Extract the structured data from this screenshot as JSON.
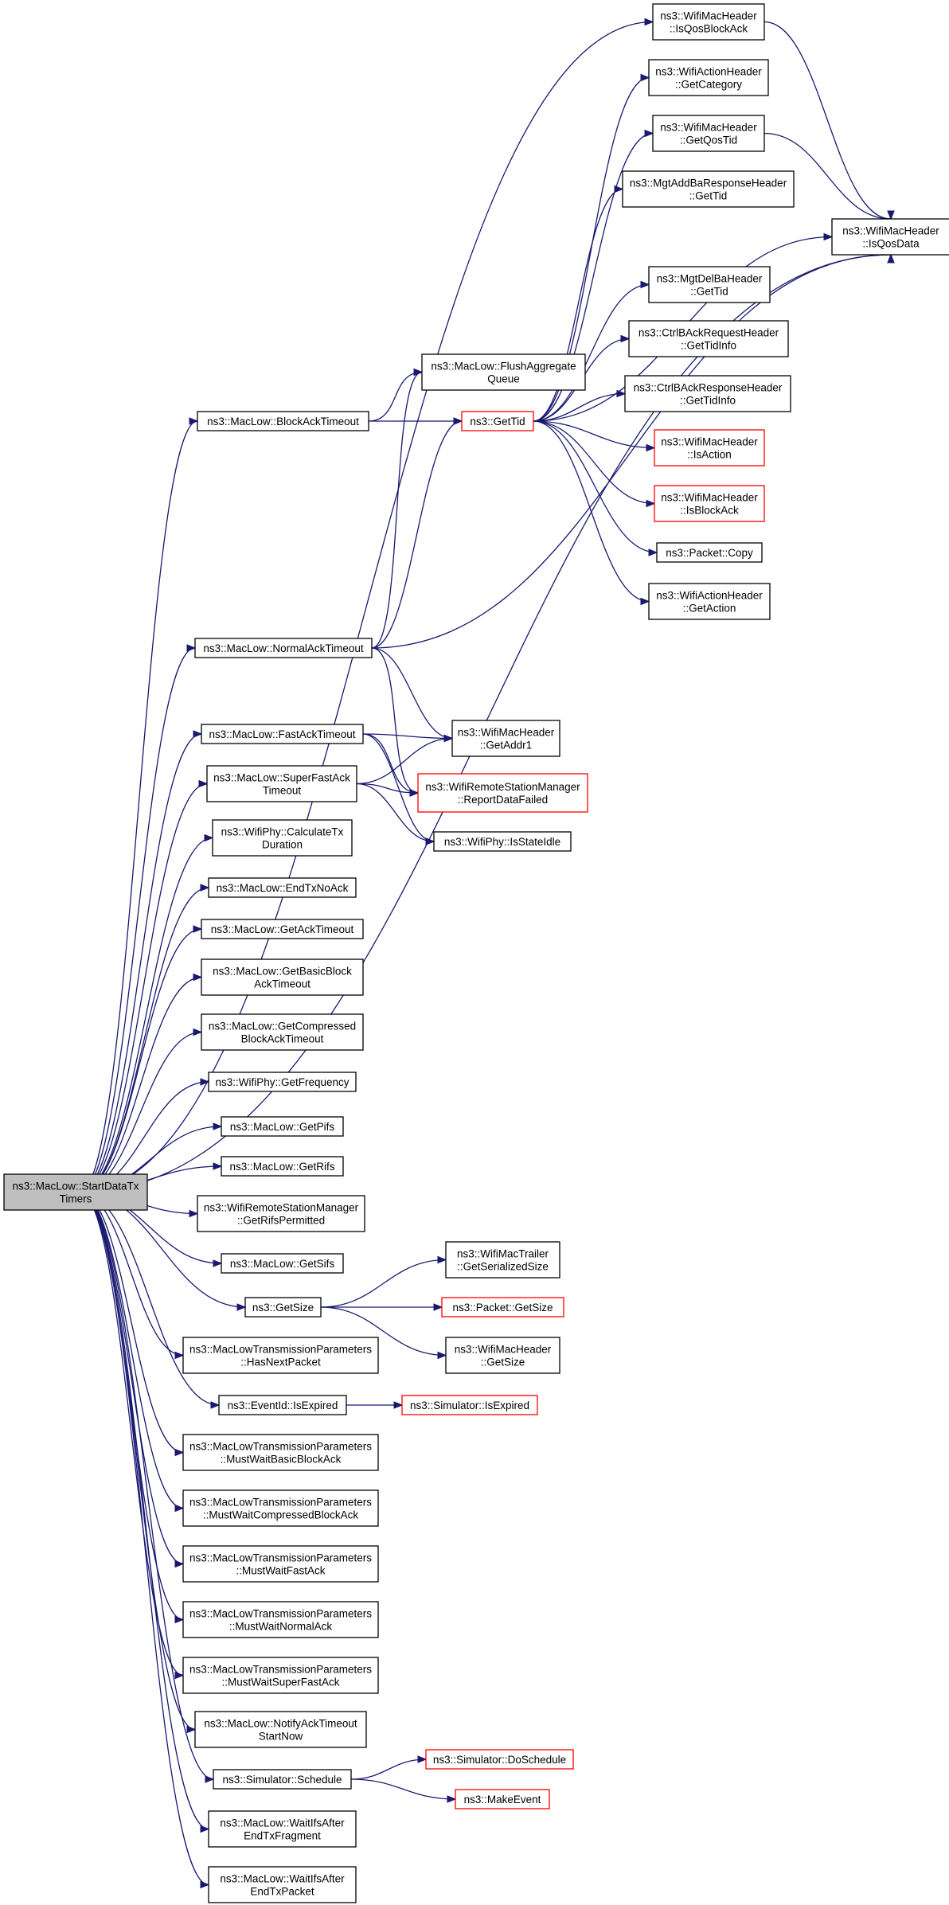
{
  "colors": {
    "edge": "#191970",
    "root_fill": "#bfbfbf",
    "truncated_border": "#ff0000",
    "node_border": "#000000"
  },
  "nodes": [
    {
      "id": "root",
      "lines": [
        "ns3::MacLow::StartDataTx",
        "Timers"
      ],
      "style": "root"
    },
    {
      "id": "isqosblockack",
      "lines": [
        "ns3::WifiMacHeader",
        "::IsQosBlockAck"
      ]
    },
    {
      "id": "getcategory",
      "lines": [
        "ns3::WifiActionHeader",
        "::GetCategory"
      ]
    },
    {
      "id": "getqostid",
      "lines": [
        "ns3::WifiMacHeader",
        "::GetQosTid"
      ]
    },
    {
      "id": "mgtaddba",
      "lines": [
        "ns3::MgtAddBaResponseHeader",
        "::GetTid"
      ]
    },
    {
      "id": "isqosdata",
      "lines": [
        "ns3::WifiMacHeader",
        "::IsQosData"
      ]
    },
    {
      "id": "mgtdelba",
      "lines": [
        "ns3::MgtDelBaHeader",
        "::GetTid"
      ]
    },
    {
      "id": "ctrlbackreq",
      "lines": [
        "ns3::CtrlBAckRequestHeader",
        "::GetTidInfo"
      ]
    },
    {
      "id": "flushagg",
      "lines": [
        "ns3::MacLow::FlushAggregate",
        "Queue"
      ]
    },
    {
      "id": "ctrlbackresp",
      "lines": [
        "ns3::CtrlBAckResponseHeader",
        "::GetTidInfo"
      ]
    },
    {
      "id": "blockacktimeout",
      "lines": [
        "ns3::MacLow::BlockAckTimeout"
      ]
    },
    {
      "id": "gettid",
      "lines": [
        "ns3::GetTid"
      ],
      "style": "red"
    },
    {
      "id": "isaction",
      "lines": [
        "ns3::WifiMacHeader",
        "::IsAction"
      ],
      "style": "red"
    },
    {
      "id": "isblockack",
      "lines": [
        "ns3::WifiMacHeader",
        "::IsBlockAck"
      ],
      "style": "red"
    },
    {
      "id": "packetcopy",
      "lines": [
        "ns3::Packet::Copy"
      ]
    },
    {
      "id": "getaction",
      "lines": [
        "ns3::WifiActionHeader",
        "::GetAction"
      ]
    },
    {
      "id": "normalacktimeout",
      "lines": [
        "ns3::MacLow::NormalAckTimeout"
      ]
    },
    {
      "id": "fastacktimeout",
      "lines": [
        "ns3::MacLow::FastAckTimeout"
      ]
    },
    {
      "id": "getaddr1",
      "lines": [
        "ns3::WifiMacHeader",
        "::GetAddr1"
      ]
    },
    {
      "id": "superfastack",
      "lines": [
        "ns3::MacLow::SuperFastAck",
        "Timeout"
      ]
    },
    {
      "id": "reportdatafailed",
      "lines": [
        "ns3::WifiRemoteStationManager",
        "::ReportDataFailed"
      ],
      "style": "red"
    },
    {
      "id": "calctx",
      "lines": [
        "ns3::WifiPhy::CalculateTx",
        "Duration"
      ]
    },
    {
      "id": "isstateidle",
      "lines": [
        "ns3::WifiPhy::IsStateIdle"
      ]
    },
    {
      "id": "endtxnoack",
      "lines": [
        "ns3::MacLow::EndTxNoAck"
      ]
    },
    {
      "id": "getacktimeout",
      "lines": [
        "ns3::MacLow::GetAckTimeout"
      ]
    },
    {
      "id": "getbasicblock",
      "lines": [
        "ns3::MacLow::GetBasicBlock",
        "AckTimeout"
      ]
    },
    {
      "id": "getcompressed",
      "lines": [
        "ns3::MacLow::GetCompressed",
        "BlockAckTimeout"
      ]
    },
    {
      "id": "getfrequency",
      "lines": [
        "ns3::WifiPhy::GetFrequency"
      ]
    },
    {
      "id": "getpifs",
      "lines": [
        "ns3::MacLow::GetPifs"
      ]
    },
    {
      "id": "getrifs",
      "lines": [
        "ns3::MacLow::GetRifs"
      ]
    },
    {
      "id": "getrifspermitted",
      "lines": [
        "ns3::WifiRemoteStationManager",
        "::GetRifsPermitted"
      ]
    },
    {
      "id": "getsifs",
      "lines": [
        "ns3::MacLow::GetSifs"
      ]
    },
    {
      "id": "trailergetser",
      "lines": [
        "ns3::WifiMacTrailer",
        "::GetSerializedSize"
      ]
    },
    {
      "id": "getsize",
      "lines": [
        "ns3::GetSize"
      ]
    },
    {
      "id": "packetgetsize",
      "lines": [
        "ns3::Packet::GetSize"
      ],
      "style": "red"
    },
    {
      "id": "hdrgetsize",
      "lines": [
        "ns3::WifiMacHeader",
        "::GetSize"
      ]
    },
    {
      "id": "hasnextpacket",
      "lines": [
        "ns3::MacLowTransmissionParameters",
        "::HasNextPacket"
      ]
    },
    {
      "id": "eventidisexpired",
      "lines": [
        "ns3::EventId::IsExpired"
      ]
    },
    {
      "id": "simisexpired",
      "lines": [
        "ns3::Simulator::IsExpired"
      ],
      "style": "red"
    },
    {
      "id": "mwbasic",
      "lines": [
        "ns3::MacLowTransmissionParameters",
        "::MustWaitBasicBlockAck"
      ]
    },
    {
      "id": "mwcompressed",
      "lines": [
        "ns3::MacLowTransmissionParameters",
        "::MustWaitCompressedBlockAck"
      ]
    },
    {
      "id": "mwfast",
      "lines": [
        "ns3::MacLowTransmissionParameters",
        "::MustWaitFastAck"
      ]
    },
    {
      "id": "mwnormal",
      "lines": [
        "ns3::MacLowTransmissionParameters",
        "::MustWaitNormalAck"
      ]
    },
    {
      "id": "mwsuperfast",
      "lines": [
        "ns3::MacLowTransmissionParameters",
        "::MustWaitSuperFastAck"
      ]
    },
    {
      "id": "notifyacktimeout",
      "lines": [
        "ns3::MacLow::NotifyAckTimeout",
        "StartNow"
      ]
    },
    {
      "id": "schedule",
      "lines": [
        "ns3::Simulator::Schedule"
      ]
    },
    {
      "id": "doschedule",
      "lines": [
        "ns3::Simulator::DoSchedule"
      ],
      "style": "red"
    },
    {
      "id": "makeevent",
      "lines": [
        "ns3::MakeEvent"
      ],
      "style": "red"
    },
    {
      "id": "waitifsfragment",
      "lines": [
        "ns3::MacLow::WaitIfsAfter",
        "EndTxFragment"
      ]
    },
    {
      "id": "waitifspacket",
      "lines": [
        "ns3::MacLow::WaitIfsAfter",
        "EndTxPacket"
      ]
    }
  ],
  "edges": [
    [
      "root",
      "isqosblockack"
    ],
    [
      "root",
      "blockacktimeout"
    ],
    [
      "root",
      "normalacktimeout"
    ],
    [
      "root",
      "isqosdata"
    ],
    [
      "root",
      "fastacktimeout"
    ],
    [
      "root",
      "superfastack"
    ],
    [
      "root",
      "calctx"
    ],
    [
      "root",
      "endtxnoack"
    ],
    [
      "root",
      "getacktimeout"
    ],
    [
      "root",
      "getbasicblock"
    ],
    [
      "root",
      "getcompressed"
    ],
    [
      "root",
      "getfrequency"
    ],
    [
      "root",
      "getpifs"
    ],
    [
      "root",
      "getrifs"
    ],
    [
      "root",
      "getrifspermitted"
    ],
    [
      "root",
      "getsifs"
    ],
    [
      "root",
      "getsize"
    ],
    [
      "root",
      "hasnextpacket"
    ],
    [
      "root",
      "eventidisexpired"
    ],
    [
      "root",
      "mwbasic"
    ],
    [
      "root",
      "mwcompressed"
    ],
    [
      "root",
      "mwfast"
    ],
    [
      "root",
      "mwnormal"
    ],
    [
      "root",
      "mwsuperfast"
    ],
    [
      "root",
      "notifyacktimeout"
    ],
    [
      "root",
      "schedule"
    ],
    [
      "root",
      "waitifsfragment"
    ],
    [
      "root",
      "waitifspacket"
    ],
    [
      "isqosblockack",
      "isqosdata"
    ],
    [
      "getqostid",
      "isqosdata"
    ],
    [
      "blockacktimeout",
      "flushagg"
    ],
    [
      "blockacktimeout",
      "gettid"
    ],
    [
      "gettid",
      "getcategory"
    ],
    [
      "gettid",
      "getqostid"
    ],
    [
      "gettid",
      "mgtaddba"
    ],
    [
      "gettid",
      "isqosdata"
    ],
    [
      "gettid",
      "mgtdelba"
    ],
    [
      "gettid",
      "ctrlbackreq"
    ],
    [
      "gettid",
      "ctrlbackresp"
    ],
    [
      "gettid",
      "isaction"
    ],
    [
      "gettid",
      "isblockack"
    ],
    [
      "gettid",
      "packetcopy"
    ],
    [
      "gettid",
      "getaction"
    ],
    [
      "normalacktimeout",
      "flushagg"
    ],
    [
      "normalacktimeout",
      "gettid"
    ],
    [
      "normalacktimeout",
      "isqosdata"
    ],
    [
      "normalacktimeout",
      "getaddr1"
    ],
    [
      "normalacktimeout",
      "reportdatafailed"
    ],
    [
      "fastacktimeout",
      "getaddr1"
    ],
    [
      "fastacktimeout",
      "reportdatafailed"
    ],
    [
      "fastacktimeout",
      "isstateidle"
    ],
    [
      "superfastack",
      "getaddr1"
    ],
    [
      "superfastack",
      "reportdatafailed"
    ],
    [
      "superfastack",
      "isstateidle"
    ],
    [
      "getsize",
      "trailergetser"
    ],
    [
      "getsize",
      "packetgetsize"
    ],
    [
      "getsize",
      "hdrgetsize"
    ],
    [
      "eventidisexpired",
      "simisexpired"
    ],
    [
      "schedule",
      "doschedule"
    ],
    [
      "schedule",
      "makeevent"
    ]
  ]
}
